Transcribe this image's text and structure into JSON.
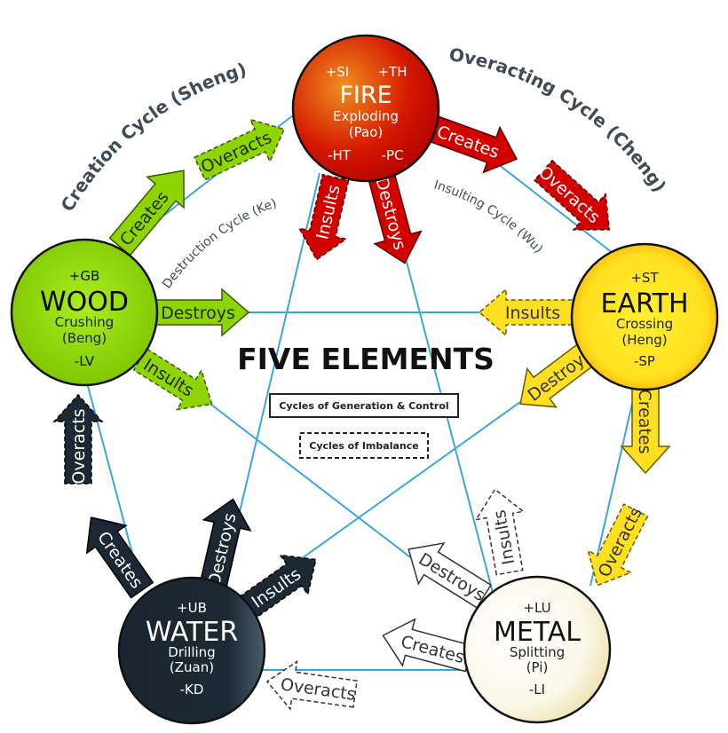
{
  "title": "FIVE ELEMENTS",
  "legend": {
    "solid": "Cycles of Generation & Control",
    "dashed": "Cycles of Imbalance"
  },
  "cycles": {
    "sheng": "Creation Cycle (Sheng)",
    "cheng": "Overacting Cycle (Cheng)",
    "ke": "Destruction Cycle (Ke)",
    "wu": "Insulting Cycle (Wu)"
  },
  "elements": {
    "fire": {
      "name": "FIRE",
      "action": "Exploding",
      "pinyin": "(Pao)",
      "yang": [
        "+SI",
        "+TH"
      ],
      "yin": [
        "-HT",
        "-PC"
      ]
    },
    "earth": {
      "name": "EARTH",
      "action": "Crossing",
      "pinyin": "(Heng)",
      "yang": [
        "+ST"
      ],
      "yin": [
        "-SP"
      ]
    },
    "metal": {
      "name": "METAL",
      "action": "Splitting",
      "pinyin": "(Pi)",
      "yang": [
        "+LU"
      ],
      "yin": [
        "-LI"
      ]
    },
    "water": {
      "name": "WATER",
      "action": "Drilling",
      "pinyin": "(Zuan)",
      "yang": [
        "+UB"
      ],
      "yin": [
        "-KD"
      ]
    },
    "wood": {
      "name": "WOOD",
      "action": "Crushing",
      "pinyin": "(Beng)",
      "yang": [
        "+GB"
      ],
      "yin": [
        "-LV"
      ]
    }
  },
  "arrows": {
    "creates": "Creates",
    "destroys": "Destroys",
    "overacts": "Overacts",
    "insults": "Insults"
  },
  "colors": {
    "wood": "#8ed400",
    "fire": "#d40000",
    "earth": "#ffe020",
    "metal": "#ffffff",
    "water": "#1c2833",
    "line": "#3aa6e0",
    "cycle_text": "#3f4b57"
  }
}
